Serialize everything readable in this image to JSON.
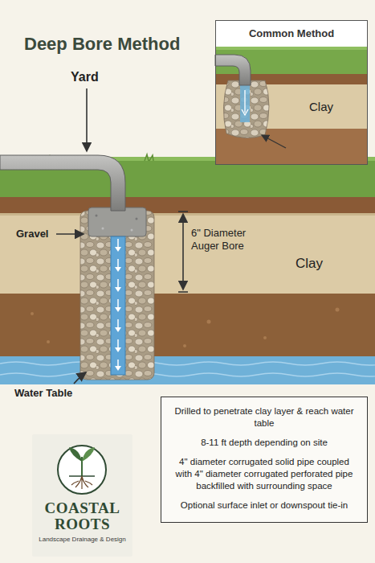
{
  "diagram": {
    "title": "Deep Bore Method",
    "nodes": [
      {
        "text": [
          "Common Method"
        ]
      },
      {
        "text": [
          "Drilled to penetrate clay layer & reach water table",
          "8-11 ft depth depending on site",
          "4\" diameter corrugated solid pipe coupled with 4\" diameter corrugated perforated pipe backfilled with surrounding space",
          "Optional surface inlet or downspout tie-in"
        ]
      },
      {
        "text": [
          "COASTAL ROOTS",
          "Landscape Drainage & Design"
        ]
      }
    ],
    "labels": [
      "Yard",
      "Clay",
      "Gravel",
      "6\" Diameter Auger Bore",
      "Clay",
      "Water Table"
    ]
  }
}
